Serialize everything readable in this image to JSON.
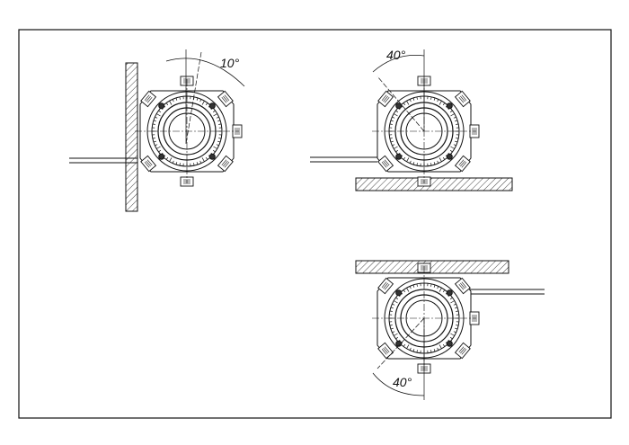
{
  "drawing": {
    "views": [
      {
        "name": "wall-mount-view",
        "angle_label": "10°",
        "mount": "wall"
      },
      {
        "name": "floor-mount-view",
        "angle_label": "40°",
        "mount": "floor"
      },
      {
        "name": "ceiling-mount-view",
        "angle_label": "40°",
        "mount": "ceiling"
      }
    ]
  },
  "colors": {
    "line": "#111111",
    "background": "#ffffff"
  }
}
